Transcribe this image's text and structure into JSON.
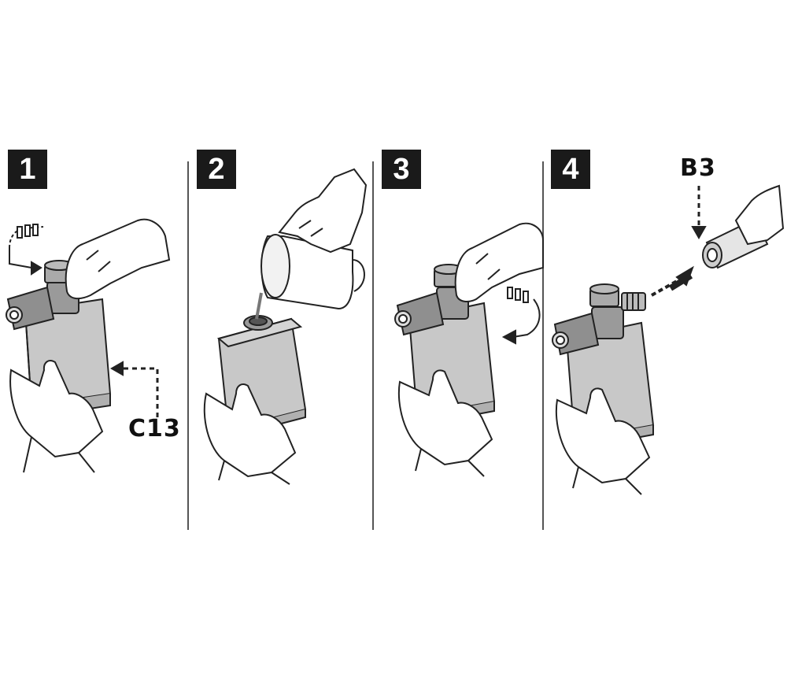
{
  "steps": [
    {
      "number": "1",
      "callout": "C13"
    },
    {
      "number": "2"
    },
    {
      "number": "3"
    },
    {
      "number": "4",
      "callout": "B3"
    }
  ],
  "colors": {
    "badge": "#1a1a1a",
    "container": "#c8c8c8",
    "cap": "#9a9a9a",
    "outline": "#222222",
    "divider": "#555555"
  }
}
